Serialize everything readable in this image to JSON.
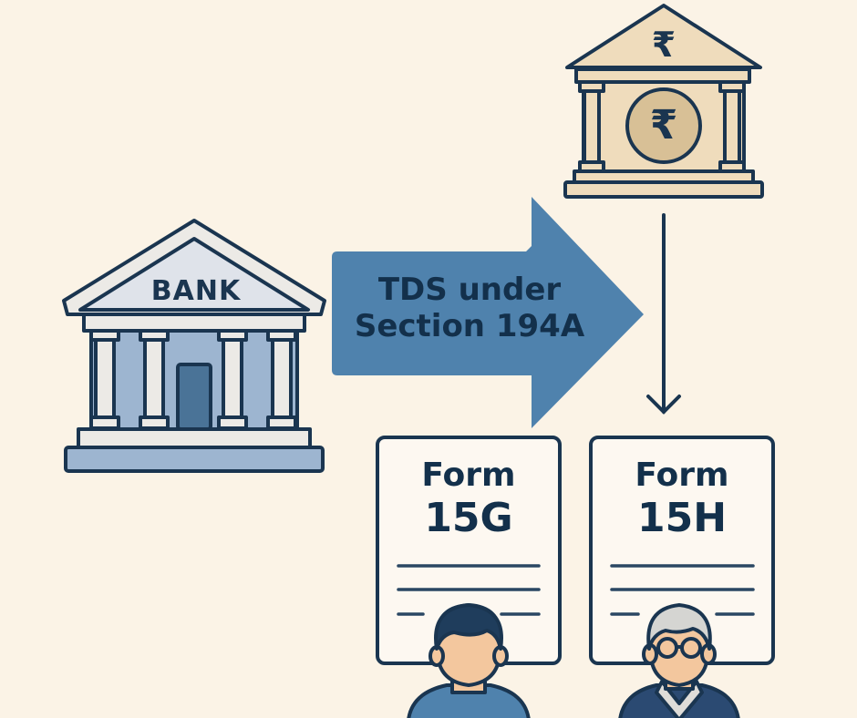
{
  "diagram": {
    "bank": {
      "label": "BANK"
    },
    "tax_authority": {
      "symbol": "₹",
      "coin_symbol": "₹"
    },
    "arrow": {
      "line1": "TDS under",
      "line2": "Section 194A"
    },
    "forms": [
      {
        "title": "Form",
        "number": "15G",
        "person": "young-adult"
      },
      {
        "title": "Form",
        "number": "15H",
        "person": "senior-citizen"
      }
    ]
  },
  "colors": {
    "background": "#fbf3e6",
    "outline": "#1a3550",
    "bank_fill": "#9db5d0",
    "bank_light": "#eceae6",
    "tax_building_fill": "#efdcbc",
    "coin_fill": "#d8c096",
    "arrow_fill": "#4f82ad",
    "form_fill": "#fdf8f1",
    "skin": "#f3c79e",
    "shirt_young": "#4f82ad",
    "shirt_senior": "#2b4a72",
    "hair_young": "#1f3d5c",
    "hair_senior": "#d5d5d2"
  }
}
